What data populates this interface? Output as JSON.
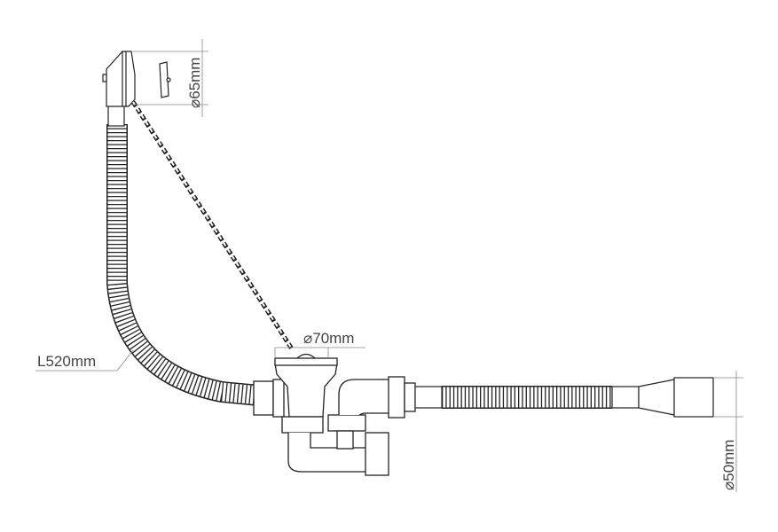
{
  "dimensions": {
    "overflow_diameter": "⌀65mm",
    "drain_diameter": "⌀70mm",
    "hose_length": "L520mm",
    "outlet_diameter": "⌀50mm"
  },
  "colors": {
    "line": "#222222",
    "dimension": "#888888"
  }
}
